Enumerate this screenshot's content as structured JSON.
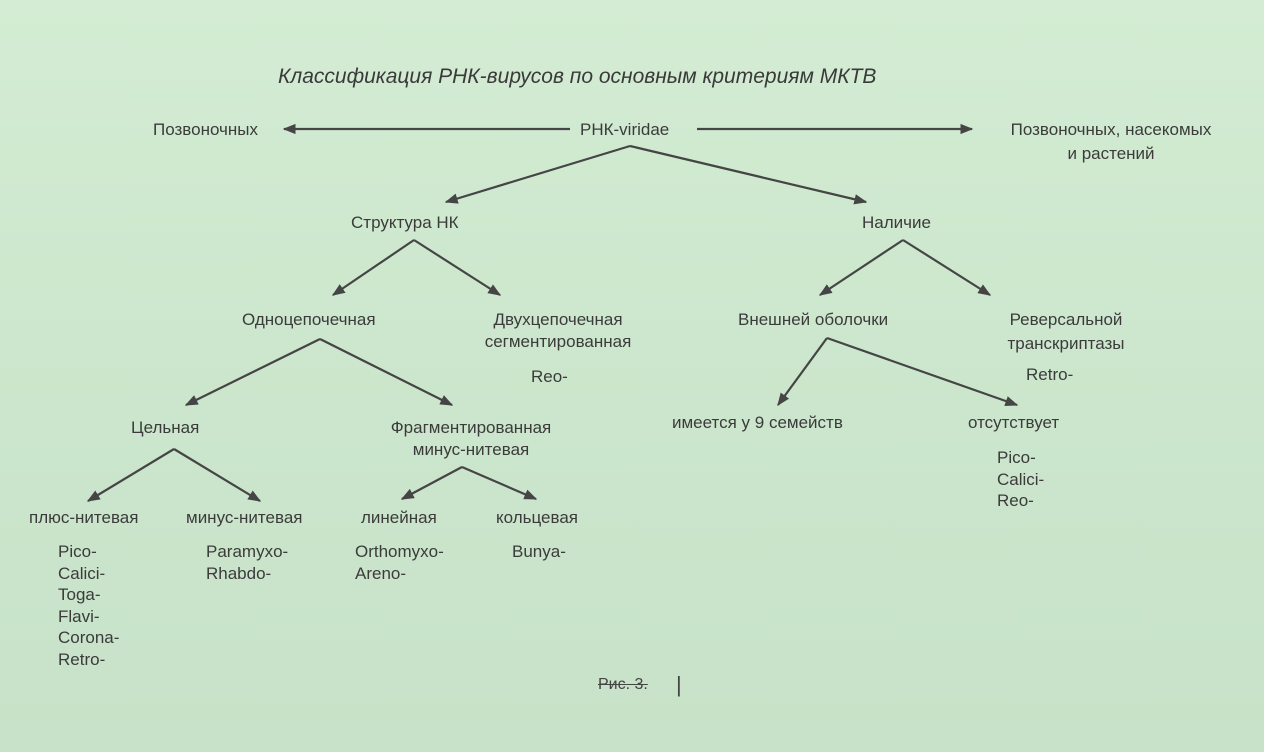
{
  "title": "Классификация РНК-вирусов по основным критериям МКТВ",
  "nodes": {
    "root": "РНК-viridae",
    "left_host": "Позвоночных",
    "right_host_line1": "Позвоночных, насекомых",
    "right_host_line2": "и растений",
    "structure": "Структура НК",
    "presence": "Наличие",
    "single": "Одноцепочечная",
    "double_line1": "Двухцепочечная",
    "double_line2": "сегментированная",
    "reo": "Reo-",
    "envelope": "Внешней оболочки",
    "reverse_line1": "Реверсальной",
    "reverse_line2": "транскриптазы",
    "retro": "Retro-",
    "whole": "Цельная",
    "fragmented_line1": "Фрагментированная",
    "fragmented_line2": "минус-нитевая",
    "has_env": "имеется у 9 семейств",
    "no_env": "отсутствует",
    "plus": "плюс-нитевая",
    "minus": "минус-нитевая",
    "linear": "линейная",
    "ring": "кольцевая"
  },
  "lists": {
    "plus": [
      "Pico-",
      "Calici-",
      "Toga-",
      "Flavi-",
      "Corona-",
      "Retro-"
    ],
    "minus": [
      "Paramyxo-",
      "Rhabdo-"
    ],
    "linear": [
      "Orthomyxo-",
      "Areno-"
    ],
    "ring": [
      "Bunya-"
    ],
    "no_env": [
      "Pico-",
      "Calici-",
      "Reo-"
    ]
  },
  "figure_label": "Рис. 3.",
  "colors": {
    "background": "#cfe9cf",
    "line": "#454545",
    "text": "#3b3b3b"
  }
}
